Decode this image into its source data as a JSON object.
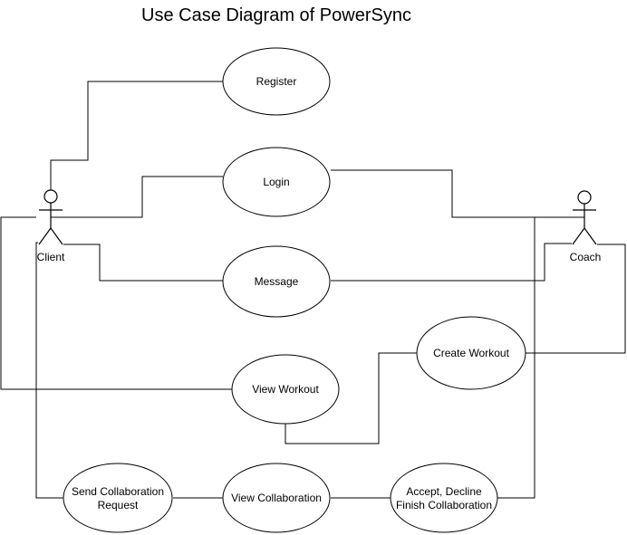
{
  "diagram": {
    "title": "Use Case Diagram of PowerSync",
    "actors": {
      "client": {
        "label": "Client"
      },
      "coach": {
        "label": "Coach"
      }
    },
    "use_cases": {
      "register": {
        "label": "Register"
      },
      "login": {
        "label": "Login"
      },
      "message": {
        "label": "Message"
      },
      "create_workout": {
        "label": "Create Workout"
      },
      "view_workout": {
        "label": "View Workout"
      },
      "send_collaboration_request": {
        "line1": "Send Collaboration",
        "line2": "Request"
      },
      "view_collaboration": {
        "label": "View Collaboration"
      },
      "accept_decline": {
        "line1": "Accept, Decline",
        "line2": "Finish Collaboration"
      }
    },
    "associations": [
      {
        "from": "Client",
        "to": "Register"
      },
      {
        "from": "Client",
        "to": "Login"
      },
      {
        "from": "Client",
        "to": "Message"
      },
      {
        "from": "Client",
        "to": "View Workout"
      },
      {
        "from": "Client",
        "to": "Send Collaboration Request"
      },
      {
        "from": "Coach",
        "to": "Login"
      },
      {
        "from": "Coach",
        "to": "Message"
      },
      {
        "from": "Coach",
        "to": "Create Workout"
      },
      {
        "from": "Coach",
        "to": "Accept, Decline Finish Collaboration"
      },
      {
        "from": "Send Collaboration Request",
        "to": "View Collaboration"
      },
      {
        "from": "View Collaboration",
        "to": "Accept, Decline Finish Collaboration"
      },
      {
        "from": "View Workout",
        "to": "Create Workout"
      }
    ]
  }
}
